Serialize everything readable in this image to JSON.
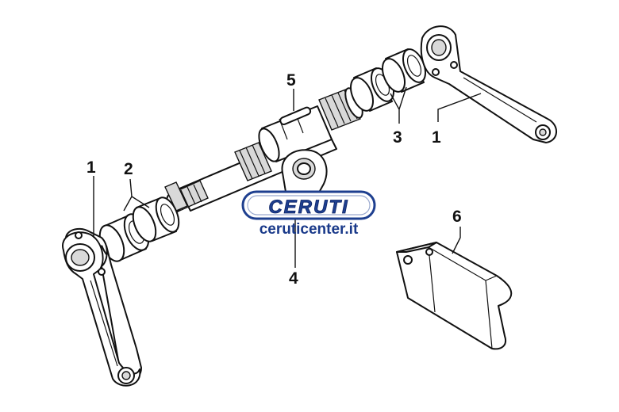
{
  "callouts": {
    "c1_left": "1",
    "c1_right": "1",
    "c2": "2",
    "c3": "3",
    "c4": "4",
    "c5": "5",
    "c6": "6"
  },
  "watermark": {
    "logo": "CERUTI",
    "url": "ceruticenter.it",
    "logo_fill": "#1e3f8f",
    "url_color": "#1a3a8a"
  }
}
